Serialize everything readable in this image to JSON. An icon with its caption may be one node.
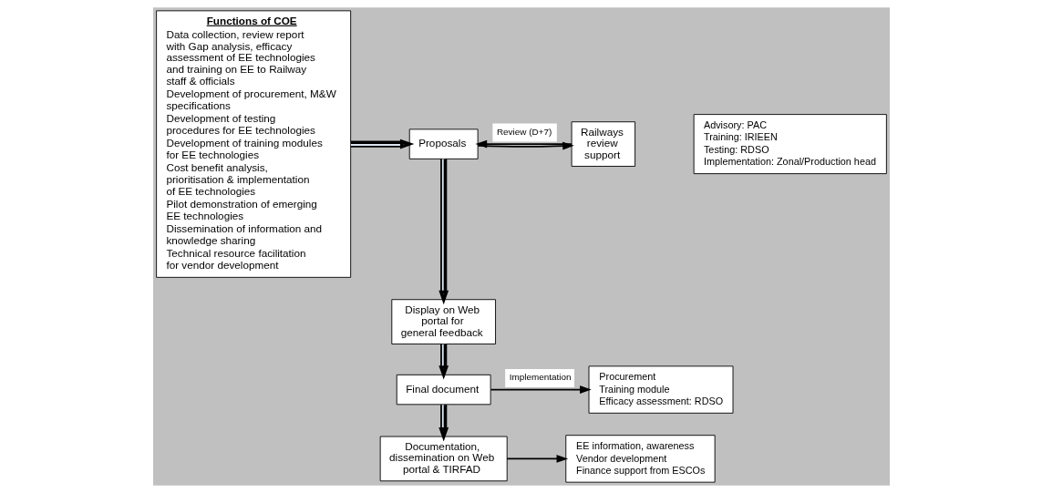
{
  "diagram": {
    "nodes": [
      {
        "text": [
          "Functions of COE",
          "Data collection, review report with Gap analysis, efficacy assessment of EE technologies and training on EE to Railway staff & officials",
          "Development of procurement, M&W specifications",
          "Development of testing procedures for EE technologies",
          "Development of training modules for EE technologies",
          "Cost benefit analysis, prioritisation & implementation of EE technologies",
          "Pilot demonstration of emerging EE technologies",
          "Dissemination of information and knowledge sharing",
          "Technical resource facilitation for vendor development"
        ]
      },
      {
        "text": [
          "Proposals"
        ]
      },
      {
        "text": [
          "Railways review support"
        ]
      },
      {
        "text": [
          "Advisory: PAC",
          "Training: IRIEEN",
          "Testing: RDSO",
          "Implementation: Zonal/Production head"
        ]
      },
      {
        "text": [
          "Display on Web portal for general feedback"
        ]
      },
      {
        "text": [
          "Final document"
        ]
      },
      {
        "text": [
          "Procurement",
          "Training module",
          "Efficacy assessment: RDSO"
        ]
      },
      {
        "text": [
          "Documentation, dissemination on Web portal & TIRFAD"
        ]
      },
      {
        "text": [
          "EE information, awareness",
          "Vendor development",
          "Finance support from ESCOs"
        ]
      }
    ],
    "edges": [
      {
        "from": 0,
        "to": 1,
        "arrow": "to",
        "style": "thick"
      },
      {
        "from": 1,
        "to": 2,
        "arrow": "to"
      },
      {
        "from": 2,
        "to": 1,
        "arrow": "to",
        "label": "Review (D+7)"
      },
      {
        "from": 1,
        "to": 4,
        "arrow": "to",
        "style": "thick"
      },
      {
        "from": 4,
        "to": 5,
        "arrow": "to",
        "style": "thick"
      },
      {
        "from": 5,
        "to": 6,
        "arrow": "to",
        "label": "Implementation"
      },
      {
        "from": 5,
        "to": 7,
        "arrow": "to",
        "style": "thick"
      },
      {
        "from": 7,
        "to": 8,
        "arrow": "to"
      }
    ]
  }
}
